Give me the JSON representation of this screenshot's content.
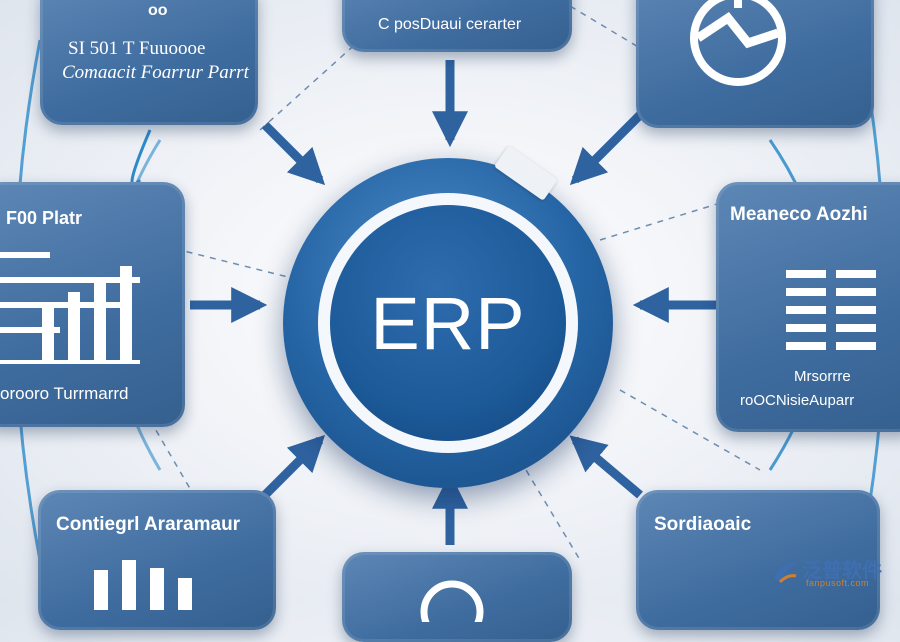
{
  "hub": {
    "label": "ERP"
  },
  "cards": {
    "top_left": {
      "line1": "SІ 501 T Fuuoooe",
      "line2": "Comaacit Foarrur Parrt",
      "tag": "oo"
    },
    "top_center": {
      "line1": "C  posDuaui cerarter"
    },
    "left_middle": {
      "title": "F00 Platr",
      "caption": "orooro Turrmarrd"
    },
    "right_middle": {
      "title": "Meaneco Aozhi",
      "sub1": "Mrsorrre",
      "sub2": "roOCNisieAuparr"
    },
    "bottom_left": {
      "title": "Contiegrl Araramaur"
    },
    "bottom_right": {
      "title": "Sordiaoaic"
    }
  },
  "watermark": {
    "name": "泛普软件",
    "url": "fanpusoft.com"
  },
  "colors": {
    "accent": "#1c5a99",
    "card": "#4a76a8",
    "line": "#2e8bc9"
  }
}
